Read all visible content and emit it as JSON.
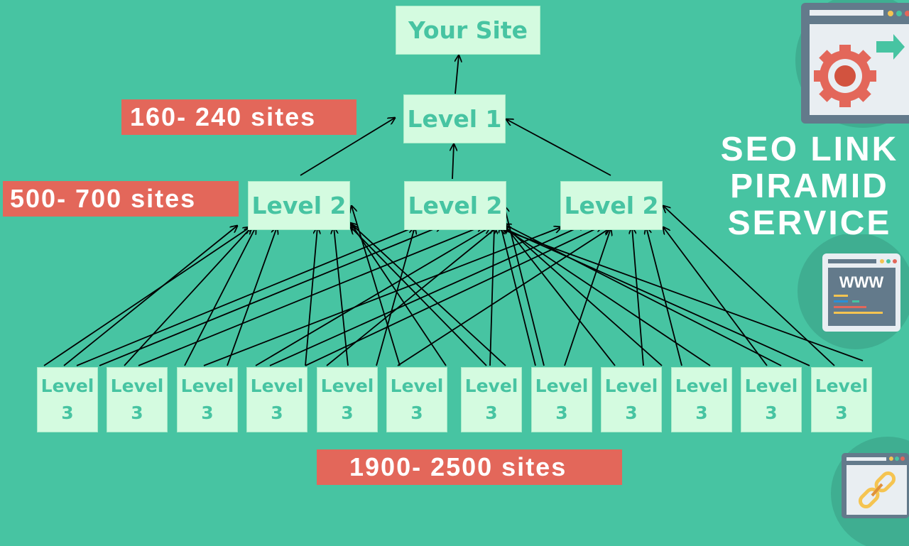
{
  "diagram": {
    "root": {
      "label": "Your Site"
    },
    "level1": {
      "label": "Level 1"
    },
    "level2": [
      {
        "label": "Level 2"
      },
      {
        "label": "Level 2"
      },
      {
        "label": "Level 2"
      }
    ],
    "level3": [
      {
        "word": "Level",
        "num": "3"
      },
      {
        "word": "Level",
        "num": "3"
      },
      {
        "word": "Level",
        "num": "3"
      },
      {
        "word": "Level",
        "num": "3"
      },
      {
        "word": "Level",
        "num": "3"
      },
      {
        "word": "Level",
        "num": "3"
      },
      {
        "word": "Level",
        "num": "3"
      },
      {
        "word": "Level",
        "num": "3"
      },
      {
        "word": "Level",
        "num": "3"
      },
      {
        "word": "Level",
        "num": "3"
      },
      {
        "word": "Level",
        "num": "3"
      },
      {
        "word": "Level",
        "num": "3"
      }
    ],
    "badges": {
      "level1_count": "160- 240 sites",
      "level2_count": "500- 700 sites",
      "level3_count": "1900- 2500 sites"
    },
    "title_lines": [
      "SEO LINK",
      "PIRAMID",
      "SERVICE"
    ],
    "icons": [
      "browser-gear-icon",
      "browser-www-icon",
      "browser-link-icon"
    ],
    "www_text": "WWW",
    "colors": {
      "background": "#47c4a2",
      "box": "#d4fbe0",
      "badge": "#e3675a",
      "text_accent": "#47c4a2"
    }
  }
}
